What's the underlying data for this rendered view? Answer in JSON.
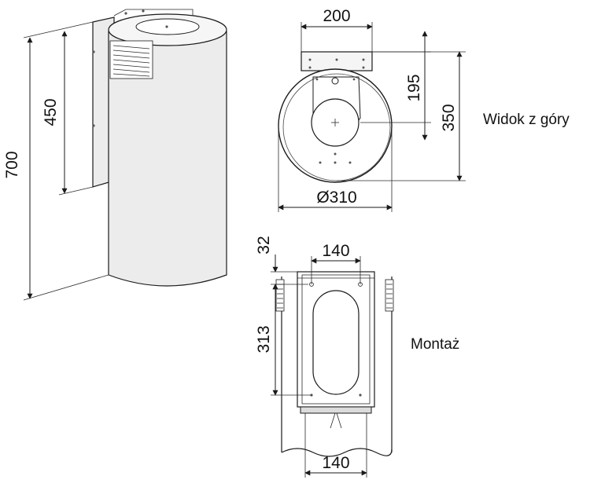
{
  "dimensions": {
    "side_height_total": "700",
    "side_height_bracket": "450",
    "top_width_bracket": "200",
    "top_depth_bracket": "195",
    "top_depth_total": "350",
    "top_diameter": "Ø310",
    "mount_bracket_offset": "32",
    "mount_top_width": "140",
    "mount_height": "313",
    "mount_bottom_width": "140"
  },
  "captions": {
    "top_view": "Widok z góry",
    "mounting": "Montaż"
  }
}
